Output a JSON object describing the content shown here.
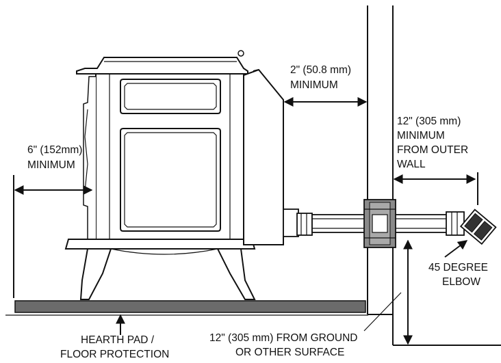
{
  "labels": {
    "side_clearance_line1": "6\" (152mm)",
    "side_clearance_line2": "MINIMUM",
    "rear_clearance_line1": "2\" (50.8 mm)",
    "rear_clearance_line2": "MINIMUM",
    "outer_wall_line1": "12\" (305 mm)",
    "outer_wall_line2": "MINIMUM",
    "outer_wall_line3": "FROM OUTER",
    "outer_wall_line4": "WALL",
    "elbow_line1": "45 DEGREE",
    "elbow_line2": "ELBOW",
    "hearth_line1": "HEARTH PAD /",
    "hearth_line2": "FLOOR PROTECTION",
    "ground_line1": "12\" (305 mm) FROM GROUND",
    "ground_line2": "OR OTHER SURFACE"
  },
  "colors": {
    "ink": "#111111",
    "hearth_pad": "#6b6b6b",
    "wall_thimble": "#8a8a8a"
  }
}
